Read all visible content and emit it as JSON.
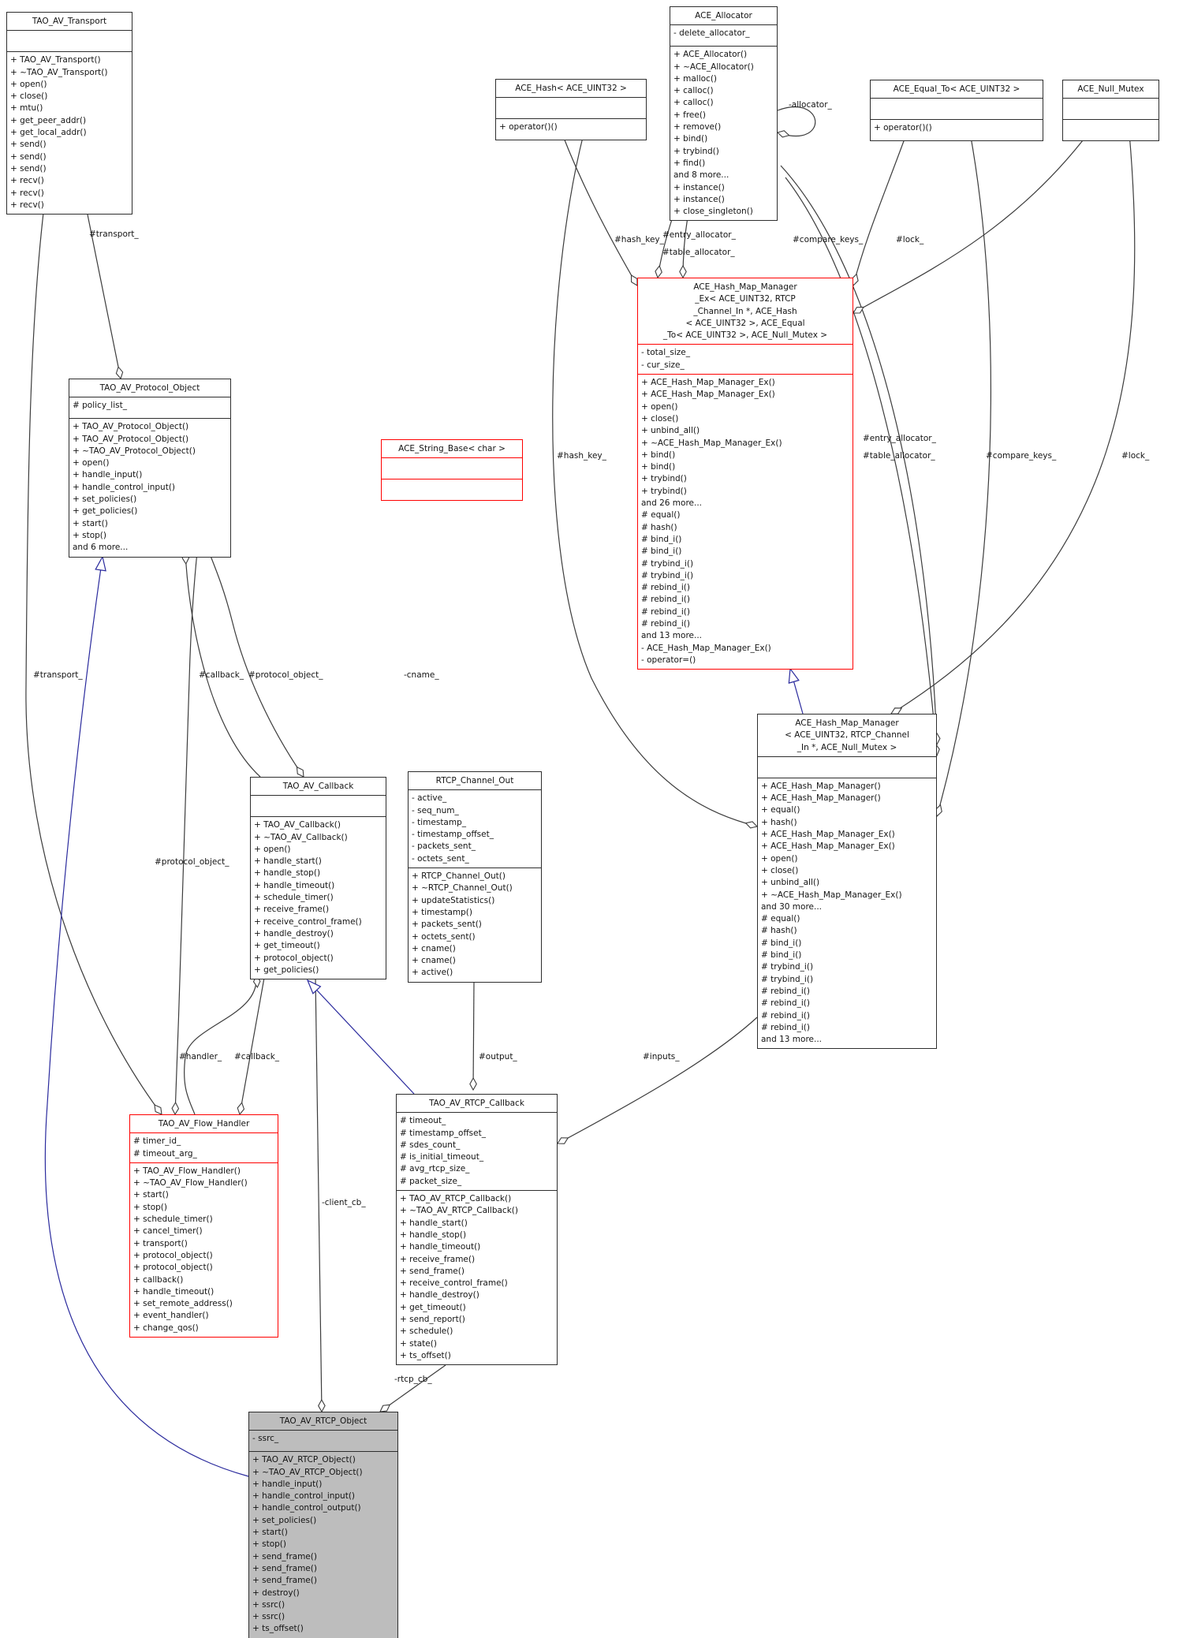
{
  "colors": {
    "background": "#ffffff",
    "border": "#2e2e2e",
    "edge": "#3c3c3c",
    "inheritance": "#2a2a9d",
    "highlight": "#ff0000",
    "node_fill": "#bdbdbd"
  },
  "classes": {
    "tao_av_transport": {
      "title_lines": [
        "TAO_AV_Transport"
      ],
      "attributes": [],
      "methods": [
        "+ TAO_AV_Transport()",
        "+ ~TAO_AV_Transport()",
        "+ open()",
        "+ close()",
        "+ mtu()",
        "+ get_peer_addr()",
        "+ get_local_addr()",
        "+ send()",
        "+ send()",
        "+ send()",
        "+ recv()",
        "+ recv()",
        "+ recv()"
      ]
    },
    "ace_allocator": {
      "title_lines": [
        "ACE_Allocator"
      ],
      "attributes": [
        "- delete_allocator_"
      ],
      "methods": [
        "+ ACE_Allocator()",
        "+ ~ACE_Allocator()",
        "+ malloc()",
        "+ calloc()",
        "+ calloc()",
        "+ free()",
        "+ remove()",
        "+ bind()",
        "+ trybind()",
        "+ find()",
        "and 8 more...",
        "+ instance()",
        "+ instance()",
        "+ close_singleton()"
      ]
    },
    "ace_hash": {
      "title_lines": [
        "ACE_Hash< ACE_UINT32 >"
      ],
      "attributes": [],
      "methods": [
        "+ operator()()"
      ]
    },
    "ace_equal_to": {
      "title_lines": [
        "ACE_Equal_To< ACE_UINT32 >"
      ],
      "attributes": [],
      "methods": [
        "+ operator()()"
      ]
    },
    "ace_null_mutex": {
      "title_lines": [
        "ACE_Null_Mutex"
      ],
      "attributes": [],
      "methods": []
    },
    "ace_hash_map_manager_ex": {
      "title_lines": [
        "ACE_Hash_Map_Manager",
        "_Ex< ACE_UINT32, RTCP",
        "_Channel_In *, ACE_Hash",
        "< ACE_UINT32 >, ACE_Equal",
        "_To< ACE_UINT32 >, ACE_Null_Mutex >"
      ],
      "attributes": [
        "- total_size_",
        "- cur_size_"
      ],
      "methods": [
        "+ ACE_Hash_Map_Manager_Ex()",
        "+ ACE_Hash_Map_Manager_Ex()",
        "+ open()",
        "+ close()",
        "+ unbind_all()",
        "+ ~ACE_Hash_Map_Manager_Ex()",
        "+ bind()",
        "+ bind()",
        "+ trybind()",
        "+ trybind()",
        "and 26 more...",
        "# equal()",
        "# hash()",
        "# bind_i()",
        "# bind_i()",
        "# trybind_i()",
        "# trybind_i()",
        "# rebind_i()",
        "# rebind_i()",
        "# rebind_i()",
        "# rebind_i()",
        "and 13 more...",
        "- ACE_Hash_Map_Manager_Ex()",
        "- operator=()"
      ]
    },
    "tao_av_protocol_object": {
      "title_lines": [
        "TAO_AV_Protocol_Object"
      ],
      "attributes": [
        "# policy_list_"
      ],
      "methods": [
        "+ TAO_AV_Protocol_Object()",
        "+ TAO_AV_Protocol_Object()",
        "+ ~TAO_AV_Protocol_Object()",
        "+ open()",
        "+ handle_input()",
        "+ handle_control_input()",
        "+ set_policies()",
        "+ get_policies()",
        "+ start()",
        "+ stop()",
        "and 6 more..."
      ]
    },
    "ace_string_base": {
      "title_lines": [
        "ACE_String_Base< char >"
      ],
      "attributes": [],
      "methods": []
    },
    "tao_av_callback": {
      "title_lines": [
        "TAO_AV_Callback"
      ],
      "attributes": [],
      "methods": [
        "+ TAO_AV_Callback()",
        "+ ~TAO_AV_Callback()",
        "+ open()",
        "+ handle_start()",
        "+ handle_stop()",
        "+ handle_timeout()",
        "+ schedule_timer()",
        "+ receive_frame()",
        "+ receive_control_frame()",
        "+ handle_destroy()",
        "+ get_timeout()",
        "+ protocol_object()",
        "+ get_policies()"
      ]
    },
    "rtcp_channel_out": {
      "title_lines": [
        "RTCP_Channel_Out"
      ],
      "attributes": [
        "- active_",
        "- seq_num_",
        "- timestamp_",
        "- timestamp_offset_",
        "- packets_sent_",
        "- octets_sent_"
      ],
      "methods": [
        "+ RTCP_Channel_Out()",
        "+ ~RTCP_Channel_Out()",
        "+ updateStatistics()",
        "+ timestamp()",
        "+ packets_sent()",
        "+ octets_sent()",
        "+ cname()",
        "+ cname()",
        "+ active()"
      ]
    },
    "ace_hash_map_manager": {
      "title_lines": [
        "ACE_Hash_Map_Manager",
        "< ACE_UINT32, RTCP_Channel",
        "_In *, ACE_Null_Mutex >"
      ],
      "attributes": [],
      "methods": [
        "+ ACE_Hash_Map_Manager()",
        "+ ACE_Hash_Map_Manager()",
        "+ equal()",
        "+ hash()",
        "+ ACE_Hash_Map_Manager_Ex()",
        "+ ACE_Hash_Map_Manager_Ex()",
        "+ open()",
        "+ close()",
        "+ unbind_all()",
        "+ ~ACE_Hash_Map_Manager_Ex()",
        "and 30 more...",
        "# equal()",
        "# hash()",
        "# bind_i()",
        "# bind_i()",
        "# trybind_i()",
        "# trybind_i()",
        "# rebind_i()",
        "# rebind_i()",
        "# rebind_i()",
        "# rebind_i()",
        "and 13 more..."
      ]
    },
    "tao_av_flow_handler": {
      "title_lines": [
        "TAO_AV_Flow_Handler"
      ],
      "attributes": [
        "# timer_id_",
        "# timeout_arg_"
      ],
      "methods": [
        "+ TAO_AV_Flow_Handler()",
        "+ ~TAO_AV_Flow_Handler()",
        "+ start()",
        "+ stop()",
        "+ schedule_timer()",
        "+ cancel_timer()",
        "+ transport()",
        "+ protocol_object()",
        "+ protocol_object()",
        "+ callback()",
        "+ handle_timeout()",
        "+ set_remote_address()",
        "+ event_handler()",
        "+ change_qos()"
      ]
    },
    "tao_av_rtcp_callback": {
      "title_lines": [
        "TAO_AV_RTCP_Callback"
      ],
      "attributes": [
        "# timeout_",
        "# timestamp_offset_",
        "# sdes_count_",
        "# is_initial_timeout_",
        "# avg_rtcp_size_",
        "# packet_size_"
      ],
      "methods": [
        "+ TAO_AV_RTCP_Callback()",
        "+ ~TAO_AV_RTCP_Callback()",
        "+ handle_start()",
        "+ handle_stop()",
        "+ handle_timeout()",
        "+ receive_frame()",
        "+ send_frame()",
        "+ receive_control_frame()",
        "+ handle_destroy()",
        "+ get_timeout()",
        "+ send_report()",
        "+ schedule()",
        "+ state()",
        "+ ts_offset()"
      ]
    },
    "tao_av_rtcp_object": {
      "title_lines": [
        "TAO_AV_RTCP_Object"
      ],
      "attributes": [
        "- ssrc_"
      ],
      "methods": [
        "+ TAO_AV_RTCP_Object()",
        "+ ~TAO_AV_RTCP_Object()",
        "+ handle_input()",
        "+ handle_control_input()",
        "+ handle_control_output()",
        "+ set_policies()",
        "+ start()",
        "+ stop()",
        "+ send_frame()",
        "+ send_frame()",
        "+ send_frame()",
        "+ destroy()",
        "+ ssrc()",
        "+ ssrc()",
        "+ ts_offset()"
      ]
    }
  },
  "labels": {
    "transport_upper": "#transport_",
    "hash_key_upper": "#hash_key_",
    "entry_allocator_upper": "#entry_allocator_",
    "table_allocator_upper": "#table_allocator_",
    "compare_keys_upper": "#compare_keys_",
    "lock_upper": "#lock_",
    "allocator_self": "-allocator_",
    "hash_key_lower": "#hash_key_",
    "entry_allocator_lower": "#entry_allocator_",
    "table_allocator_lower": "#table_allocator_",
    "compare_keys_lower": "#compare_keys_",
    "lock_lower": "#lock_",
    "transport_left": "#transport_",
    "callback_mid": "#callback_",
    "protocol_object_mid": "#protocol_object_",
    "cname": "-cname_",
    "protocol_object_left": "#protocol_object_",
    "handler": "#handler_",
    "callback_lower": "#callback_",
    "output": "#output_",
    "inputs": "#inputs_",
    "client_cb": "-client_cb_",
    "rtcp_cb": "-rtcp_cb_"
  }
}
